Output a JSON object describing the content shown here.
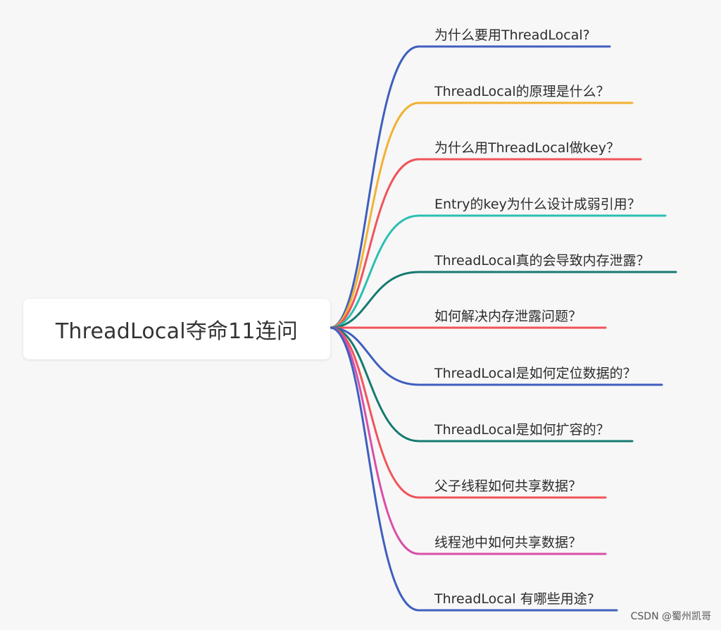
{
  "mindmap": {
    "root": "ThreadLocal夺命11连问",
    "branches": [
      {
        "label": "为什么要用ThreadLocal?",
        "color": "#3f5fbf"
      },
      {
        "label": "ThreadLocal的原理是什么？",
        "color": "#f2b233"
      },
      {
        "label": "为什么用ThreadLocal做key？",
        "color": "#f0545a"
      },
      {
        "label": "Entry的key为什么设计成弱引用？",
        "color": "#2bbfb3"
      },
      {
        "label": "ThreadLocal真的会导致内存泄露？",
        "color": "#167a70"
      },
      {
        "label": "如何解决内存泄露问题？",
        "color": "#f0545a"
      },
      {
        "label": "ThreadLocal是如何定位数据的？",
        "color": "#3f5fbf"
      },
      {
        "label": "ThreadLocal是如何扩容的？",
        "color": "#167a70"
      },
      {
        "label": "父子线程如何共享数据？",
        "color": "#f0545a"
      },
      {
        "label": "线程池中如何共享数据？",
        "color": "#d94fa8"
      },
      {
        "label": "ThreadLocal 有哪些用途?",
        "color": "#3f5fbf"
      }
    ]
  },
  "watermark": "CSDN @蜀州凯哥"
}
